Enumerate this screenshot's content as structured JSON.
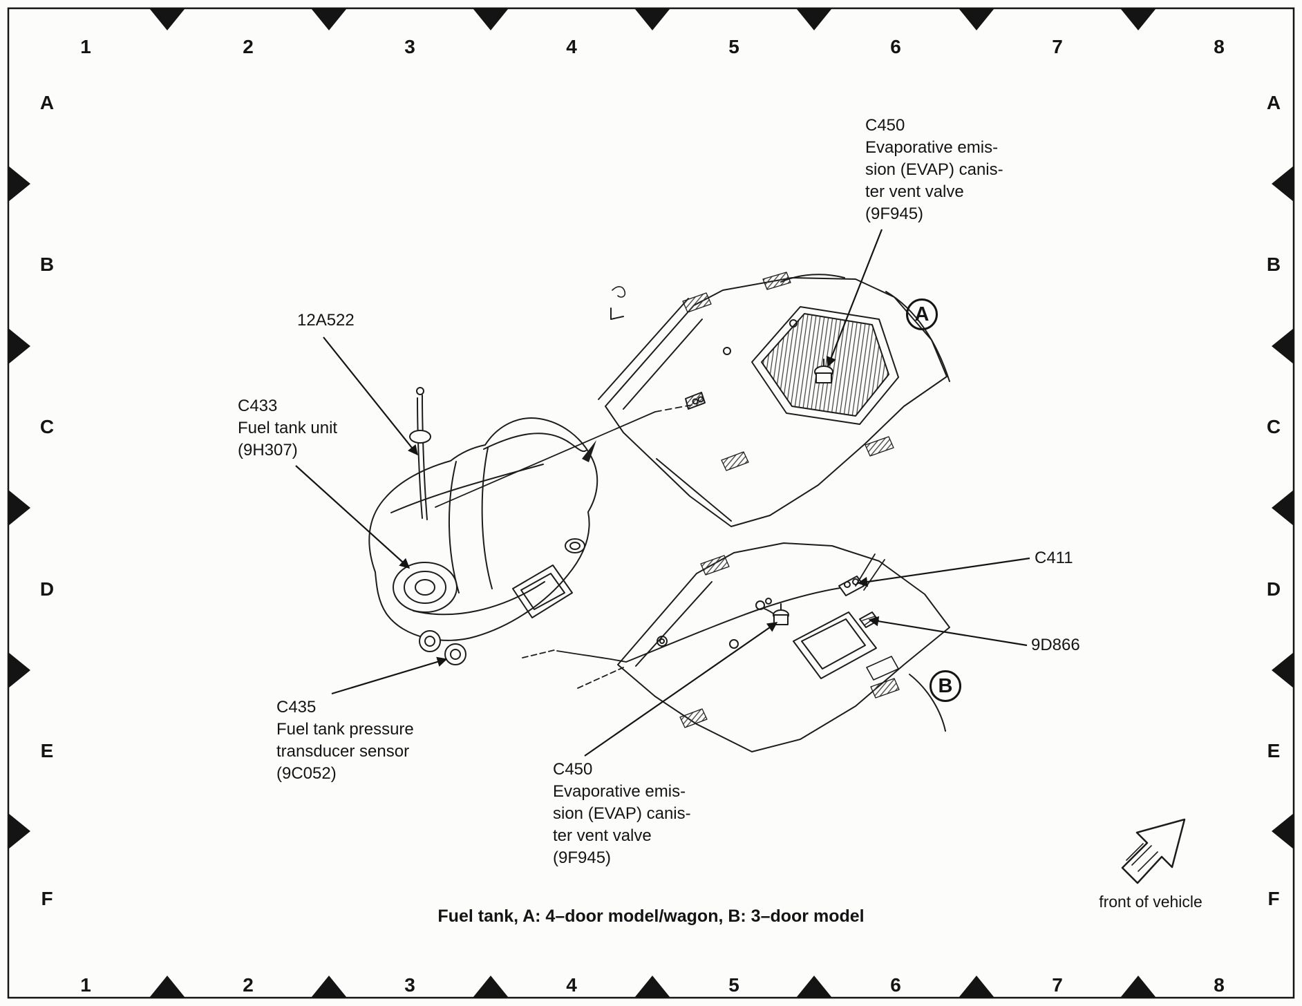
{
  "grid": {
    "columns": [
      "1",
      "2",
      "3",
      "4",
      "5",
      "6",
      "7",
      "8"
    ],
    "rows": [
      "A",
      "B",
      "C",
      "D",
      "E",
      "F"
    ]
  },
  "callouts": {
    "c450_top": "C450\nEvaporative emis-\nsion (EVAP) canis-\nter vent valve\n(9F945)",
    "harness_12a522": "12A522",
    "c433": "C433\nFuel tank unit\n(9H307)",
    "c411": "C411",
    "code_9d866": "9D866",
    "c435": "C435\nFuel tank pressure\ntransducer sensor\n(9C052)",
    "c450_bottom": "C450\nEvaporative emis-\nsion (EVAP) canis-\nter vent valve\n(9F945)",
    "view_a": "A",
    "view_b": "B"
  },
  "caption": "Fuel tank, A: 4–door model/wagon, B: 3–door model",
  "front_of_vehicle": "front of vehicle",
  "colors": {
    "ink": "#141414",
    "paper": "#fcfcfa"
  }
}
